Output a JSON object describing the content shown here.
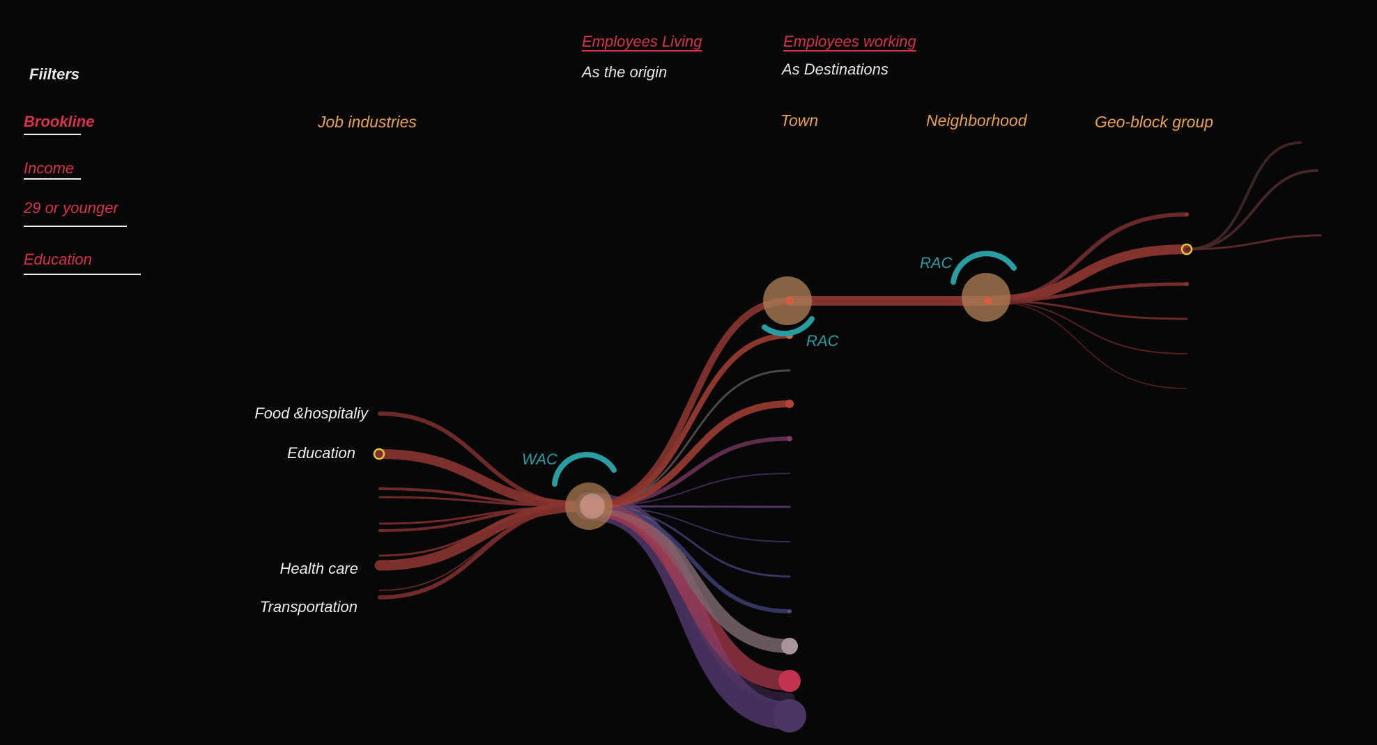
{
  "filters": {
    "heading": "Fiilters",
    "items": [
      {
        "label": "Brookline",
        "bold": true
      },
      {
        "label": "Income",
        "bold": false
      },
      {
        "label": "29 or younger",
        "bold": false
      },
      {
        "label": "Education",
        "bold": false
      }
    ]
  },
  "modes": {
    "living": {
      "link": "Employees Living",
      "sub": "As the origin"
    },
    "working": {
      "link": "Employees  working",
      "sub": "As Destinations"
    }
  },
  "columns": {
    "industries": "Job industries",
    "town": "Town",
    "neighborhood": "Neighborhood",
    "geoblock": "Geo-block group"
  },
  "industry_labels": {
    "food": "Food &hospitaliy",
    "education": "Education",
    "health": "Health care",
    "transportation": "Transportation"
  },
  "hubs": {
    "wac": "WAC",
    "rac_town": "RAC",
    "rac_neighborhood": "RAC"
  },
  "colors": {
    "background": "#070707",
    "link_red": "#d8324a",
    "header_orange": "#e9a14e",
    "hub_teal": "#2a9da3",
    "hub_fill": "#a87a52",
    "flow_red": "#8a3530",
    "flow_purple": "#5e3a78",
    "highlight_ring": "#e8c840"
  }
}
